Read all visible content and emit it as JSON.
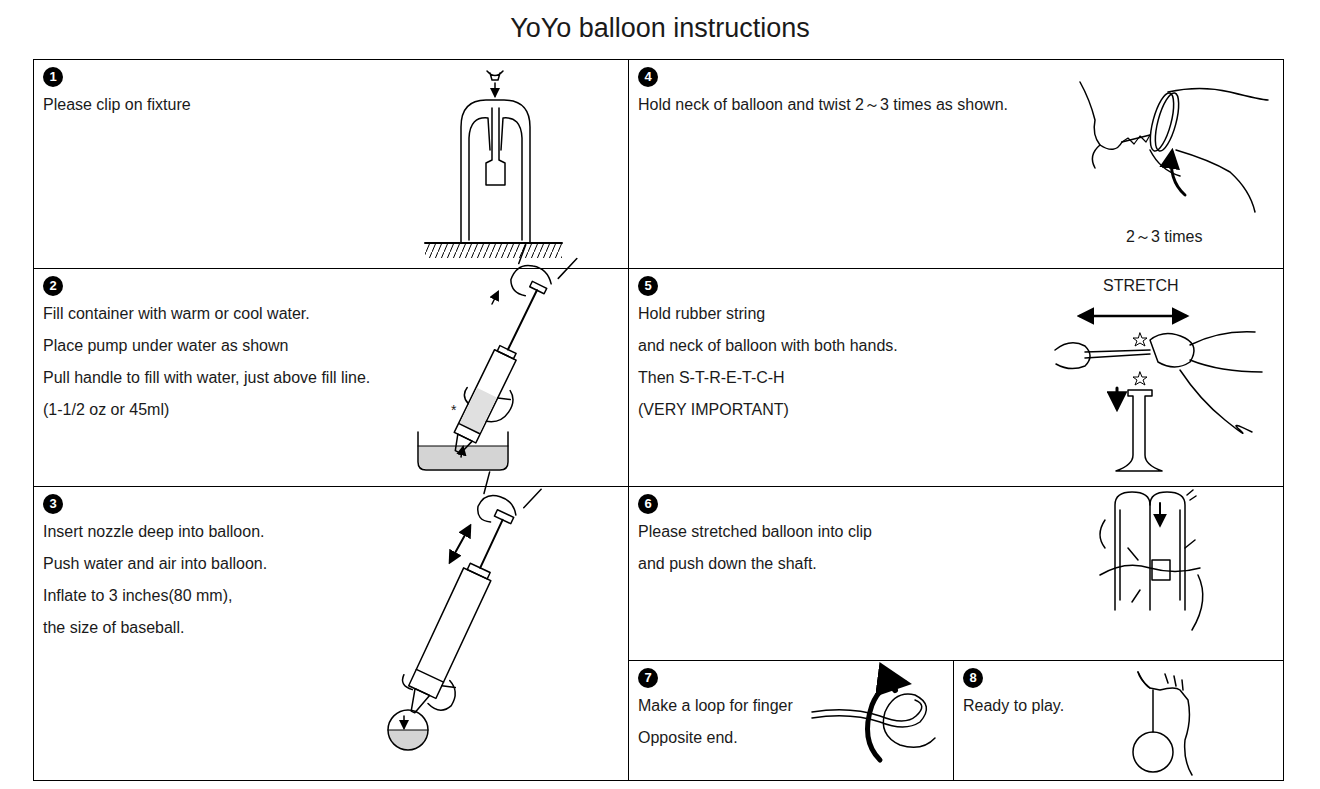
{
  "diagram": {
    "title": "YoYo balloon instructions",
    "nodes": [
      {
        "text": [
          "1",
          "Please clip on fixture"
        ]
      },
      {
        "text": [
          "2",
          "Fill container with warm or cool water.",
          "Place pump under water as shown",
          "Pull handle to fill with water, just above fill line.",
          "(1-1/2 oz or 45ml)"
        ]
      },
      {
        "text": [
          "3",
          "Insert nozzle deep into balloon.",
          "Push water and air into balloon.",
          "Inflate to 3 inches(80 mm),",
          "the size of baseball."
        ]
      },
      {
        "text": [
          "4",
          "Hold neck of balloon and twist 2～3 times as shown."
        ]
      },
      {
        "text": [
          "5",
          "Hold rubber string",
          "and neck of balloon with both hands.",
          "Then S-T-R-E-T-C-H",
          "(VERY IMPORTANT)"
        ]
      },
      {
        "text": [
          "6",
          "Please stretched balloon into clip",
          "and push down the shaft."
        ]
      },
      {
        "text": [
          "7",
          "Make a loop for finger",
          "Opposite end."
        ]
      },
      {
        "text": [
          "8",
          "Ready to play."
        ]
      }
    ],
    "labels": [
      "2～3 times",
      "STRETCH",
      "*"
    ]
  }
}
